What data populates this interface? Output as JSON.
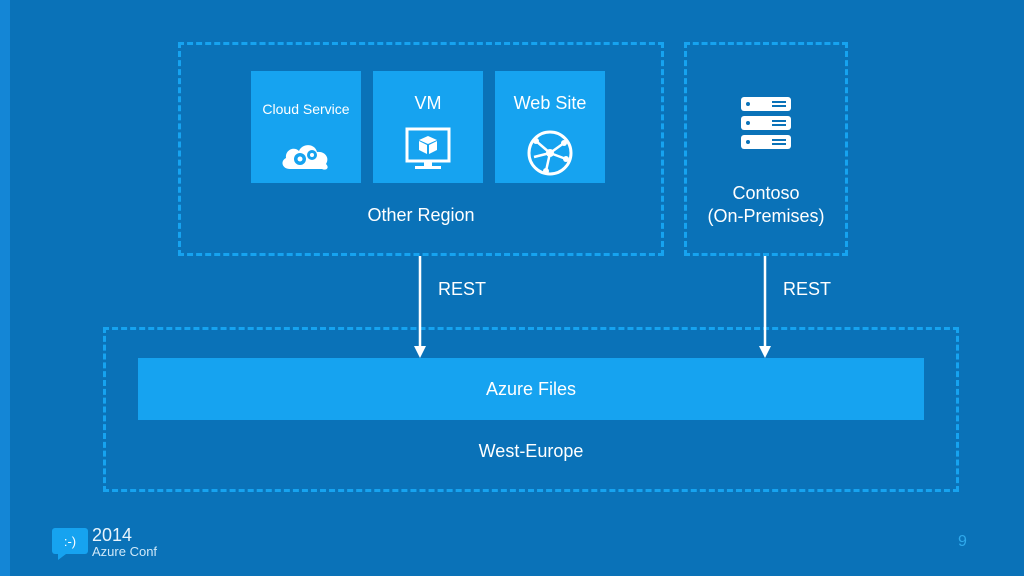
{
  "colors": {
    "background": "#0a72b8",
    "tile": "#16a3f0",
    "dashed_border": "#16a3f0",
    "text": "#ffffff"
  },
  "tiles": [
    {
      "label": "Cloud Service",
      "icon": "cloud-gears-icon"
    },
    {
      "label": "VM",
      "icon": "vm-monitor-icon"
    },
    {
      "label": "Web Site",
      "icon": "globe-network-icon"
    }
  ],
  "regions": {
    "other": "Other Region",
    "onprem_line1": "Contoso",
    "onprem_line2": "(On-Premises)",
    "west": "West-Europe"
  },
  "onprem_icon": "server-stack-icon",
  "connections": [
    {
      "from": "Other Region",
      "to": "Azure Files",
      "label": "REST"
    },
    {
      "from": "Contoso (On-Premises)",
      "to": "Azure Files",
      "label": "REST"
    }
  ],
  "storage": {
    "label": "Azure Files"
  },
  "footer": {
    "logo_text": ":-)",
    "year": "2014",
    "event": "Azure Conf",
    "page_number": "9"
  }
}
